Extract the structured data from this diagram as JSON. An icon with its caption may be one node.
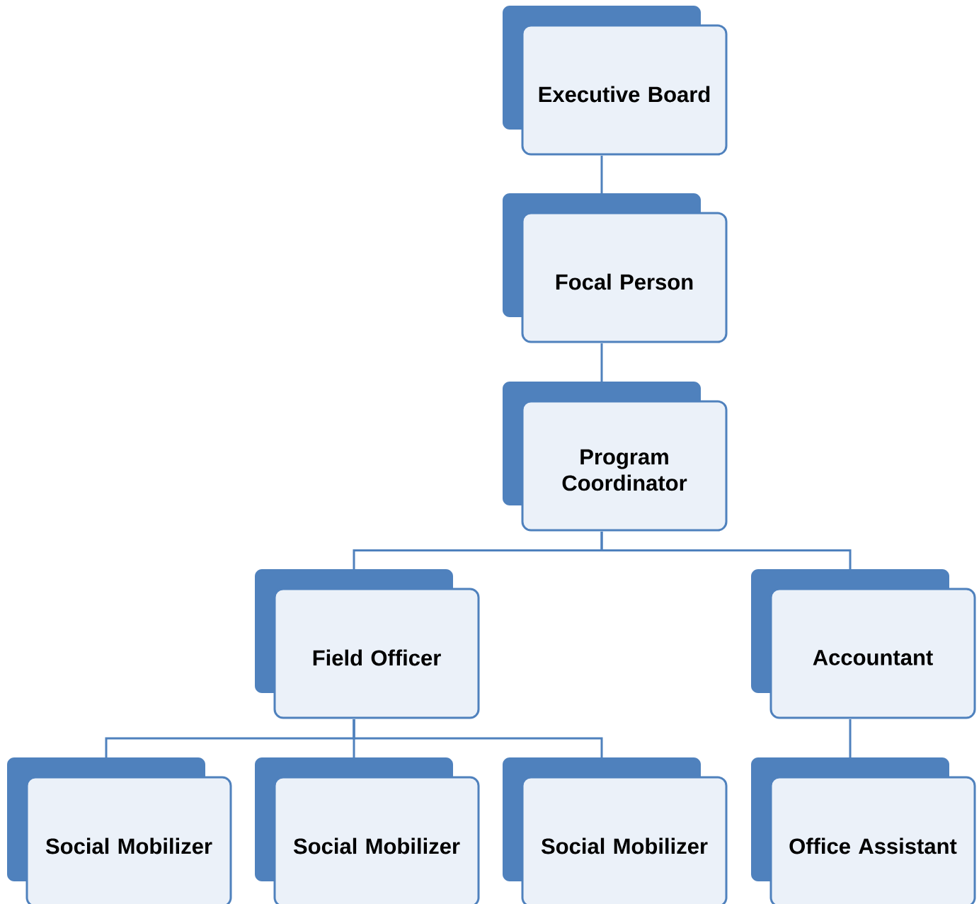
{
  "diagram": {
    "nodes": [
      {
        "text": [
          "Executive Board"
        ]
      },
      {
        "text": [
          "Focal Person"
        ]
      },
      {
        "text": [
          "Program Coordinator"
        ]
      },
      {
        "text": [
          "Field Officer"
        ]
      },
      {
        "text": [
          "Accountant"
        ]
      },
      {
        "text": [
          "Social Mobilizer"
        ]
      },
      {
        "text": [
          "Social Mobilizer"
        ]
      },
      {
        "text": [
          "Social Mobilizer"
        ]
      },
      {
        "text": [
          "Office Assistant"
        ]
      }
    ],
    "edges": [
      {
        "from": 0,
        "to": 1,
        "arrow": "none"
      },
      {
        "from": 1,
        "to": 2,
        "arrow": "none"
      },
      {
        "from": 2,
        "to": 3,
        "arrow": "none"
      },
      {
        "from": 2,
        "to": 4,
        "arrow": "none"
      },
      {
        "from": 3,
        "to": 5,
        "arrow": "none"
      },
      {
        "from": 3,
        "to": 6,
        "arrow": "none"
      },
      {
        "from": 3,
        "to": 7,
        "arrow": "none"
      },
      {
        "from": 4,
        "to": 8,
        "arrow": "none"
      }
    ]
  }
}
